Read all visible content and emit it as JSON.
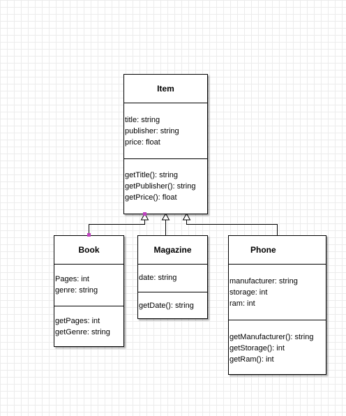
{
  "diagram": {
    "classes": {
      "item": {
        "name": "Item",
        "attributes": [
          "title: string",
          "publisher: string",
          "price: float"
        ],
        "methods": [
          "getTitle(): string",
          "getPublisher(): string",
          "getPrice(): float"
        ]
      },
      "book": {
        "name": "Book",
        "attributes": [
          "Pages: int",
          "genre: string"
        ],
        "methods": [
          "getPages: int",
          "getGenre: string"
        ]
      },
      "magazine": {
        "name": "Magazine",
        "attributes": [
          "date: string"
        ],
        "methods": [
          "getDate(): string"
        ]
      },
      "phone": {
        "name": "Phone",
        "attributes": [
          "manufacturer: string",
          "storage: int",
          "ram: int"
        ],
        "methods": [
          "getManufacturer(): string",
          "getStorage(): int",
          "getRam(): int"
        ]
      }
    },
    "relationships": [
      {
        "type": "generalization",
        "from": "Book",
        "to": "Item"
      },
      {
        "type": "generalization",
        "from": "Magazine",
        "to": "Item"
      },
      {
        "type": "generalization",
        "from": "Phone",
        "to": "Item"
      }
    ],
    "colors": {
      "line": "#000000",
      "grid": "#ececec",
      "selection_handle": "#c040c0",
      "background": "#ffffff"
    }
  }
}
